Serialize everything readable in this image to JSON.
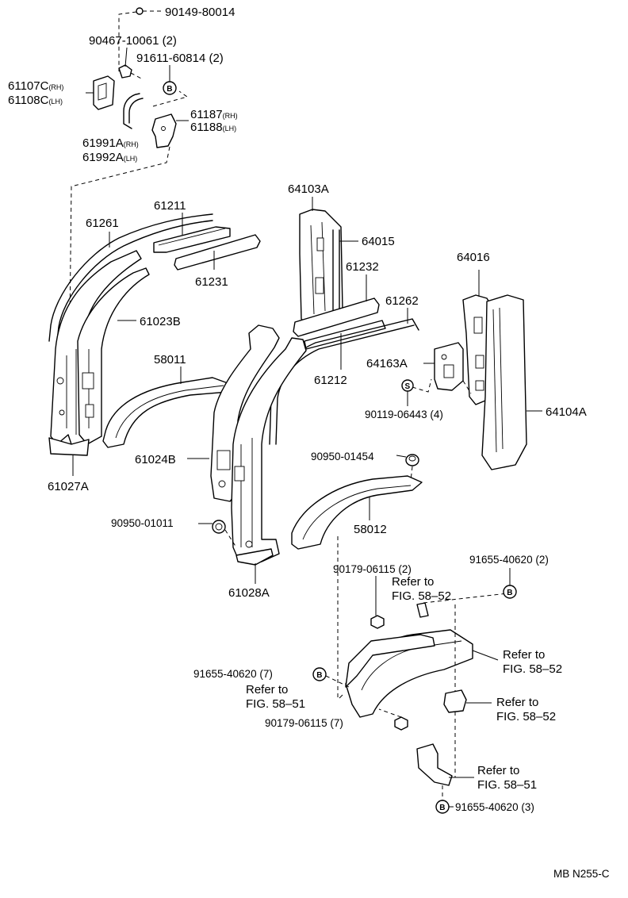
{
  "parts": {
    "p90149_80014": "90149-80014",
    "p90467_10061": "90467-10061 (2)",
    "p91611_60814": "91611-60814 (2)",
    "p61107C": "61107C",
    "p61107C_side": "(RH)",
    "p61108C": "61108C",
    "p61108C_side": "(LH)",
    "p61187": "61187",
    "p61187_side": "(RH)",
    "p61188": "61188",
    "p61188_side": "(LH)",
    "p61991A": "61991A",
    "p61991A_side": "(RH)",
    "p61992A": "61992A",
    "p61992A_side": "(LH)",
    "p61211": "61211",
    "p61261": "61261",
    "p61231": "61231",
    "p61023B": "61023B",
    "p58011": "58011",
    "p61027A": "61027A",
    "p64103A": "64103A",
    "p64015": "64015",
    "p61232": "61232",
    "p61262": "61262",
    "p64016": "64016",
    "p61212": "61212",
    "p64163A": "64163A",
    "p90119_06443": "90119-06443 (4)",
    "p64104A": "64104A",
    "p61024B": "61024B",
    "p90950_01454": "90950-01454",
    "p58012": "58012",
    "p90950_01011": "90950-01011",
    "p61028A": "61028A",
    "p90179_06115_2": "90179-06115 (2)",
    "p91655_40620_2": "91655-40620 (2)",
    "p91655_40620_7": "91655-40620 (7)",
    "p90179_06115_7": "90179-06115 (7)",
    "p91655_40620_3": "91655-40620 (3)"
  },
  "refs": {
    "refer_to": "Refer to",
    "fig_58_52": "FIG. 58–52",
    "fig_58_51": "FIG. 58–51"
  },
  "badges": {
    "b_letter": "B",
    "s_letter": "S"
  },
  "footer": {
    "code": "MB N255-C"
  }
}
